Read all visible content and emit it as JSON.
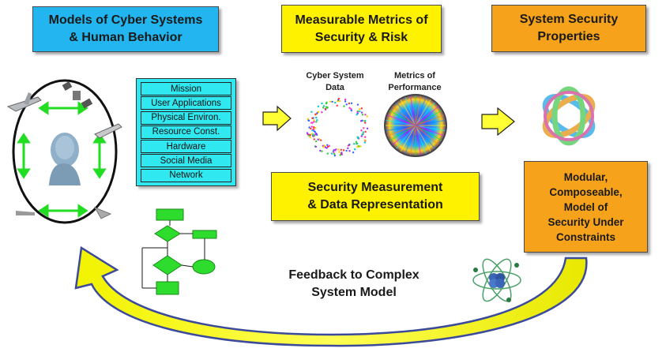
{
  "headers": {
    "models": "Models of Cyber Systems\n& Human Behavior",
    "metrics": "Measurable Metrics of\nSecurity & Risk",
    "properties": "System Security\nProperties"
  },
  "mission_stack": [
    "Mission",
    "User Applications",
    "Physical Environ.",
    "Resource Const.",
    "Hardware",
    "Social Media",
    "Network"
  ],
  "labels": {
    "cyber_data": "Cyber System\nData",
    "performance": "Metrics of\nPerformance"
  },
  "boxes": {
    "measurement": "Security Measurement\n& Data Representation",
    "modular": "Modular,\nComposeable,\nModel of\nSecurity Under\nConstraints"
  },
  "feedback": "Feedback to Complex\nSystem Model",
  "colors": {
    "header_cyan": "#22b5ef",
    "header_yellow": "#fff200",
    "header_orange": "#f7a21b",
    "mission_cyan": "#2fe8f0",
    "arrow_yellow": "#ffff33",
    "link_green": "#22dd22"
  }
}
